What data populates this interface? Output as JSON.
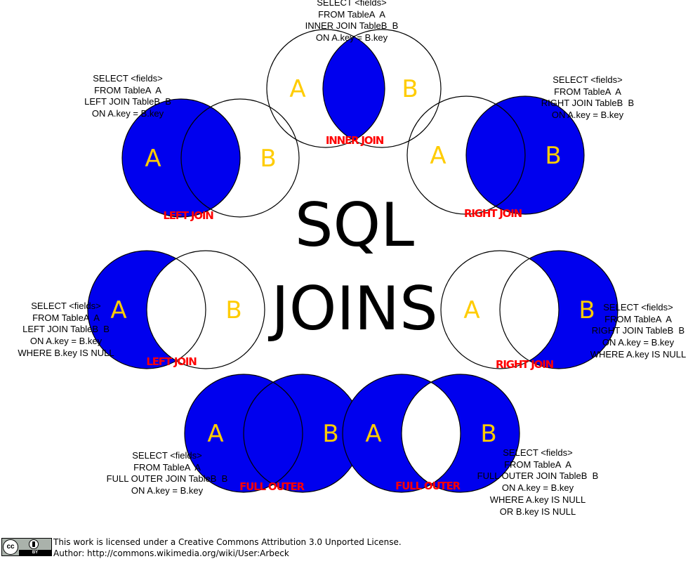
{
  "title": {
    "line1": "SQL",
    "line2": "JOINS"
  },
  "colors": {
    "fill": "#0000ee",
    "letters": "#ffcc00",
    "labels": "#ff0000"
  },
  "joins": [
    {
      "id": "inner",
      "label": "INNER JOIN",
      "letter_a": "A",
      "letter_b": "B",
      "highlight": "intersection",
      "sql": [
        "SELECT <fields>",
        "FROM TableA  A",
        "INNER JOIN TableB  B",
        "ON A.key = B.key"
      ]
    },
    {
      "id": "left",
      "label": "LEFT JOIN",
      "letter_a": "A",
      "letter_b": "B",
      "highlight": "all-a",
      "sql": [
        "SELECT <fields>",
        "FROM TableA  A",
        "LEFT JOIN TableB  B",
        "ON A.key = B.key"
      ]
    },
    {
      "id": "right",
      "label": "RIGHT JOIN",
      "letter_a": "A",
      "letter_b": "B",
      "highlight": "all-b",
      "sql": [
        "SELECT <fields>",
        "FROM TableA  A",
        "RIGHT JOIN TableB  B",
        "ON A.key = B.key"
      ]
    },
    {
      "id": "left-excl",
      "label": "LEFT JOIN",
      "letter_a": "A",
      "letter_b": "B",
      "highlight": "a-only",
      "sql": [
        "SELECT <fields>",
        "FROM TableA  A",
        "LEFT JOIN TableB  B",
        "ON A.key = B.key",
        "WHERE B.key IS NULL"
      ]
    },
    {
      "id": "right-excl",
      "label": "RIGHT JOIN",
      "letter_a": "A",
      "letter_b": "B",
      "highlight": "b-only",
      "sql": [
        "SELECT <fields>",
        "FROM TableA  A",
        "RIGHT JOIN TableB  B",
        "ON A.key = B.key",
        "WHERE A.key IS NULL"
      ]
    },
    {
      "id": "full",
      "label": "FULL OUTER",
      "letter_a": "A",
      "letter_b": "B",
      "highlight": "union",
      "sql": [
        "SELECT <fields>",
        "FROM TableA  A",
        "FULL OUTER JOIN TableB  B",
        "ON A.key = B.key"
      ]
    },
    {
      "id": "full-excl",
      "label": "FULL OUTER",
      "letter_a": "A",
      "letter_b": "B",
      "highlight": "symmetric-difference",
      "sql": [
        "SELECT <fields>",
        "FROM TableA  A",
        "FULL OUTER JOIN TableB  B",
        "ON A.key = B.key",
        "WHERE A.key IS NULL",
        "OR B.key IS NULL"
      ]
    }
  ],
  "license": {
    "badge": "cc-by-icon",
    "badge_cc": "cc",
    "badge_by": "BY",
    "line1": "This work is licensed under a Creative Commons Attribution 3.0 Unported License.",
    "line2": "Author: http://commons.wikimedia.org/wiki/User:Arbeck"
  }
}
